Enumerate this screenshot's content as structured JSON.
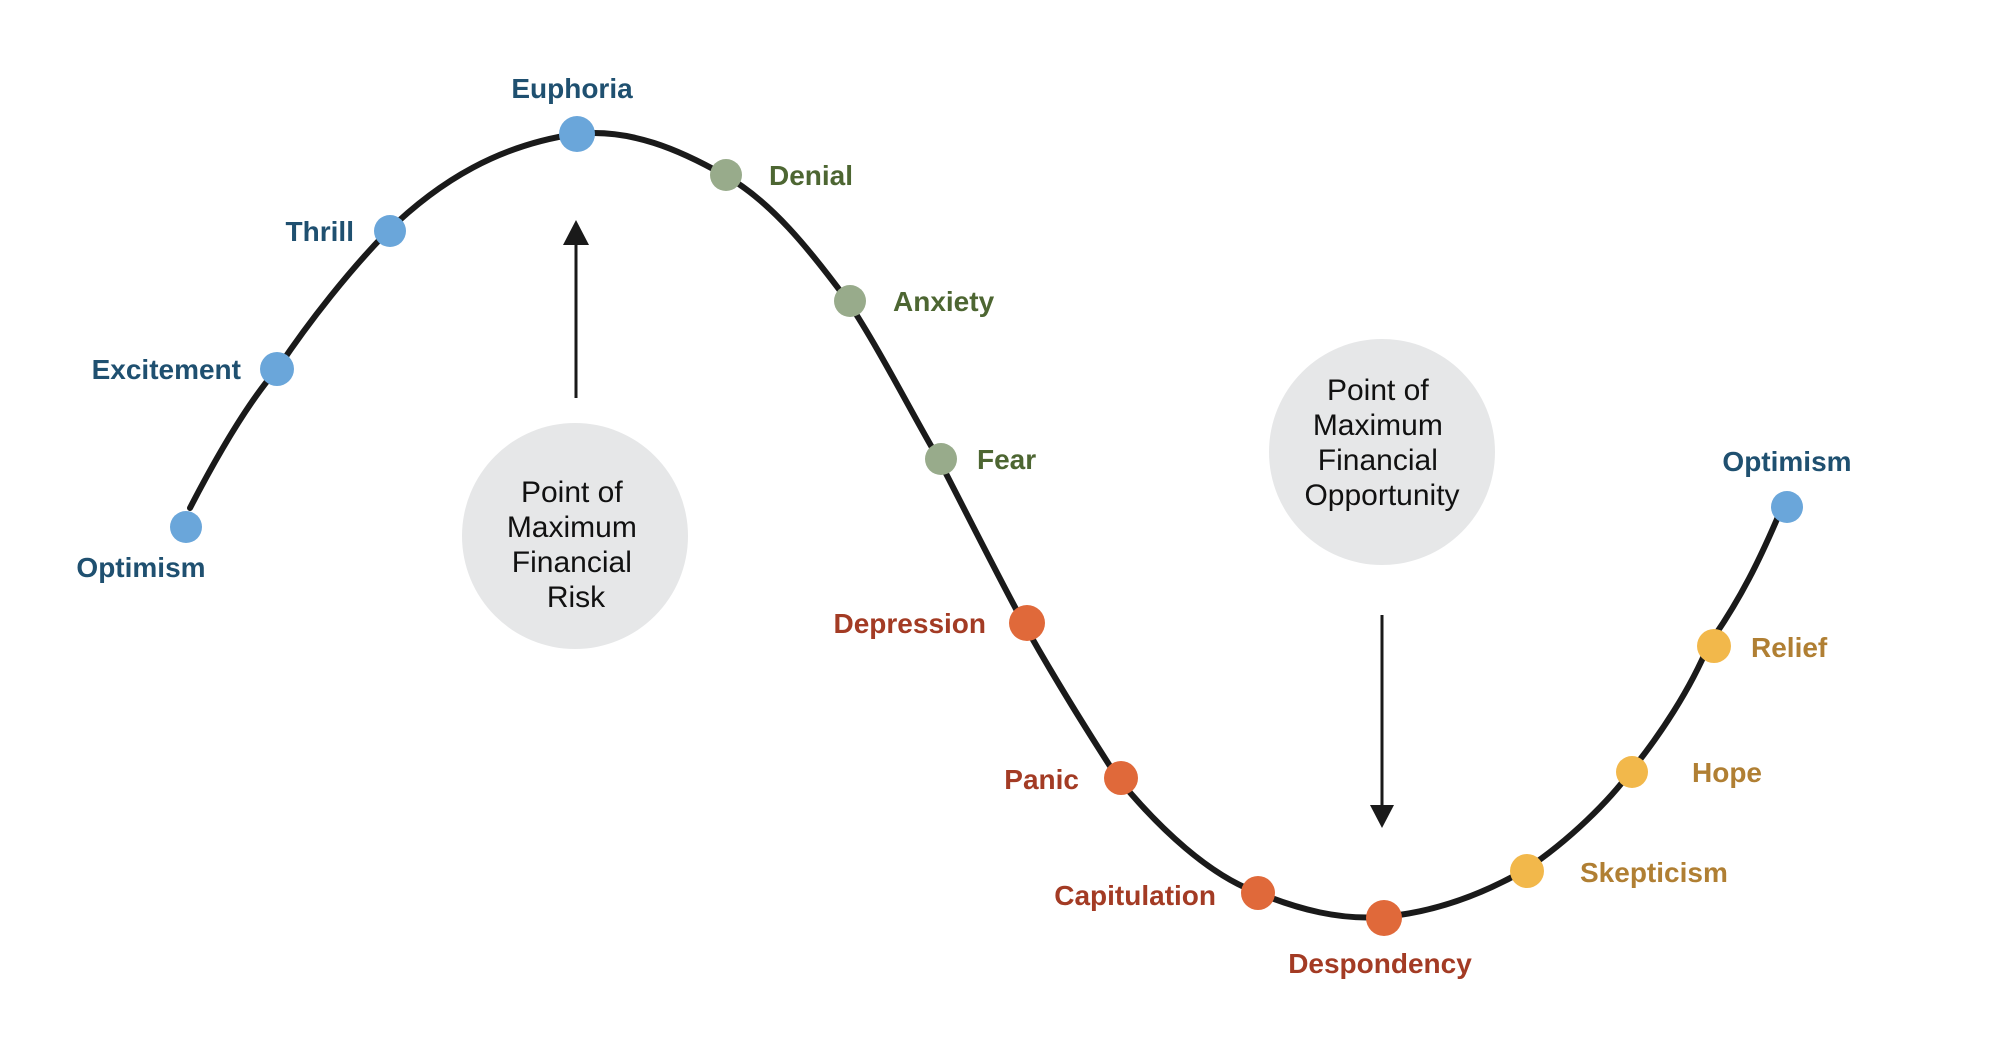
{
  "colors": {
    "blue": "#6aa6da",
    "green": "#98ab8b",
    "orange": "#e0693a",
    "yellow": "#f2b84b",
    "blue_text": "#1f5070",
    "green_text": "#4d6632",
    "orange_text": "#a33b24",
    "yellow_text": "#b07f33",
    "curve": "#1a1a1a",
    "circle_fill": "#e6e7e8"
  },
  "stages": [
    {
      "label": "Optimism",
      "group": "blue"
    },
    {
      "label": "Excitement",
      "group": "blue"
    },
    {
      "label": "Thrill",
      "group": "blue"
    },
    {
      "label": "Euphoria",
      "group": "blue"
    },
    {
      "label": "Denial",
      "group": "green"
    },
    {
      "label": "Anxiety",
      "group": "green"
    },
    {
      "label": "Fear",
      "group": "green"
    },
    {
      "label": "Depression",
      "group": "orange"
    },
    {
      "label": "Panic",
      "group": "orange"
    },
    {
      "label": "Capitulation",
      "group": "orange"
    },
    {
      "label": "Despondency",
      "group": "orange"
    },
    {
      "label": "Skepticism",
      "group": "yellow"
    },
    {
      "label": "Hope",
      "group": "yellow"
    },
    {
      "label": "Relief",
      "group": "yellow"
    },
    {
      "label": "Optimism",
      "group": "blue"
    }
  ],
  "callouts": {
    "risk": [
      "Point of",
      "Maximum",
      "Financial",
      "Risk"
    ],
    "opportunity": [
      "Point of",
      "Maximum",
      "Financial",
      "Opportunity"
    ]
  }
}
